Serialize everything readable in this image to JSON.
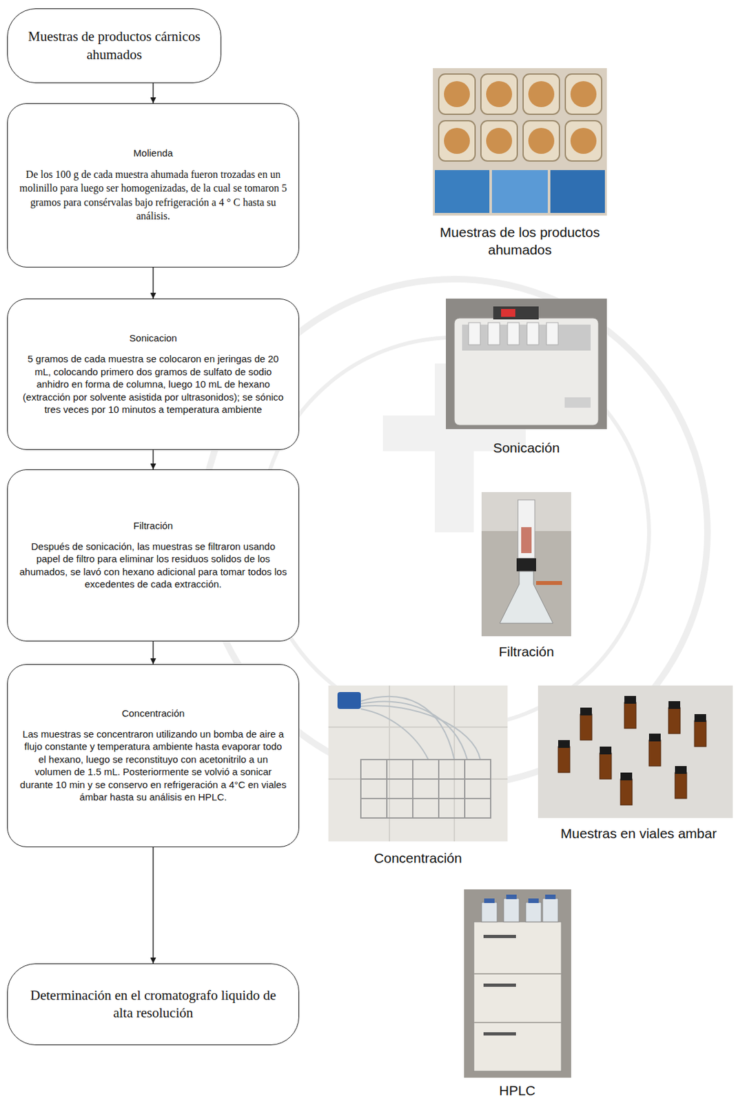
{
  "diagram": {
    "nodes": [
      {
        "text": [
          "Muestras de productos cárnicos ahumados"
        ]
      },
      {
        "text": [
          "Molienda",
          "De los 100 g de cada muestra ahumada fueron trozadas en un molinillo para luego ser homogenizadas, de la cual se tomaron 5 gramos para consérvalas bajo refrigeración a 4 ° C hasta su análisis."
        ]
      },
      {
        "text": [
          "Sonicacion",
          "5 gramos de cada muestra se colocaron en jeringas de 20 mL, colocando primero dos gramos de sulfato de sodio anhidro en forma de columna, luego 10 mL de hexano (extracción por solvente asistida por ultrasonidos); se sónico tres veces por 10 minutos a temperatura ambiente"
        ]
      },
      {
        "text": [
          "Filtración",
          "Después de sonicación, las muestras se filtraron usando papel de filtro para eliminar los residuos solidos de los ahumados, se lavó con hexano adicional para tomar todos los excedentes de cada extracción."
        ]
      },
      {
        "text": [
          "Concentración",
          "Las muestras se concentraron utilizando un bomba de aire a flujo constante y temperatura ambiente hasta evaporar todo el hexano, luego se reconstituyo con acetonitrilo a un volumen de 1.5 mL. Posteriormente se volvió a sonicar durante 10 min y se conservo en refrigeración a 4°C en viales ámbar hasta su análisis en HPLC."
        ]
      },
      {
        "text": [
          "Determinación en el cromatografo liquido de alta resolución"
        ]
      }
    ],
    "edges": [
      {
        "from": 0,
        "to": 1,
        "arrow": "to"
      },
      {
        "from": 1,
        "to": 2,
        "arrow": "to"
      },
      {
        "from": 2,
        "to": 3,
        "arrow": "to"
      },
      {
        "from": 3,
        "to": 4,
        "arrow": "to"
      },
      {
        "from": 4,
        "to": 5,
        "arrow": "to"
      }
    ],
    "labels": [
      "Muestras de los productos ahumados",
      "Sonicación",
      "Filtración",
      "Concentración",
      "Muestras en viales ambar",
      "HPLC"
    ]
  }
}
